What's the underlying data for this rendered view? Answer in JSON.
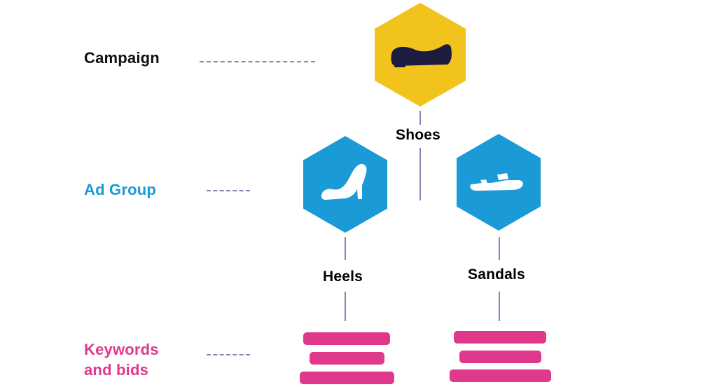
{
  "levels": {
    "campaign": {
      "label": "Campaign",
      "color": "#111111"
    },
    "ad_group": {
      "label": "Ad Group",
      "color": "#1a9ad6"
    },
    "keywords": {
      "label": "Keywords and bids",
      "line1": "Keywords",
      "line2": "and bids",
      "color": "#e0398c"
    }
  },
  "nodes": {
    "shoes": {
      "label": "Shoes",
      "icon": "loafer-shoe-icon",
      "color": "#f2c21d"
    },
    "heels": {
      "label": "Heels",
      "icon": "high-heel-icon",
      "color": "#1a9ad6"
    },
    "sandals": {
      "label": "Sandals",
      "icon": "sandal-icon",
      "color": "#1a9ad6"
    }
  },
  "colors": {
    "connector": "#8a84b8",
    "keyword_bar": "#e0398c",
    "icon_dark": "#1c1c3f",
    "icon_light": "#ffffff"
  }
}
